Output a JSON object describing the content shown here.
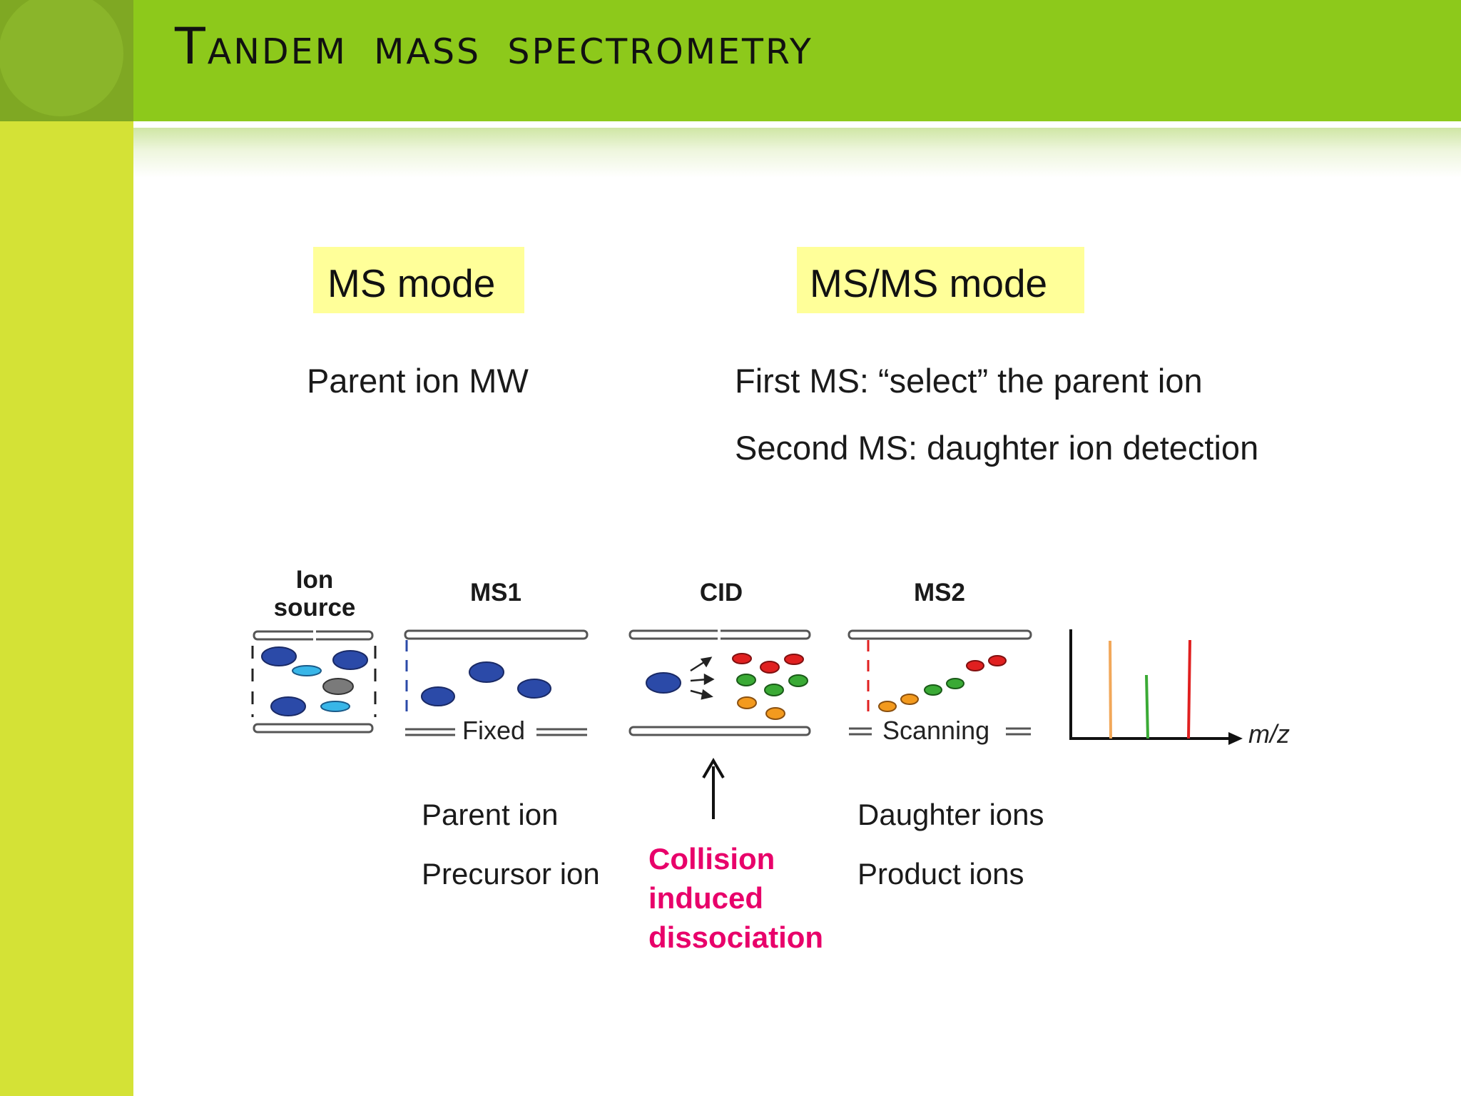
{
  "slide": {
    "title": "Tandem mass spectrometry"
  },
  "ms_mode": {
    "label": "MS mode",
    "description": "Parent ion MW"
  },
  "msms_mode": {
    "label": "MS/MS mode",
    "line1": "First MS: “select” the parent ion",
    "line2": "Second MS: daughter ion detection"
  },
  "diagram": {
    "ion_source_line1": "Ion",
    "ion_source_line2": "source",
    "ms1_label": "MS1",
    "cid_label": "CID",
    "ms2_label": "MS2",
    "fixed_label": "Fixed",
    "scanning_label": "Scanning",
    "axis_label": "m/z"
  },
  "annotations": {
    "parent_ion": "Parent ion",
    "precursor_ion": "Precursor ion",
    "collision_line1": "Collision",
    "collision_line2": "induced",
    "collision_line3": "dissociation",
    "daughter_ions": "Daughter ions",
    "product_ions": "Product ions"
  },
  "colors": {
    "sidebar": "#d4e236",
    "title_bar": "#8dc91b",
    "mode_highlight": "#ffff99",
    "cid_text": "#e8006a",
    "ion_blue": "#2b4aa8",
    "ion_light_blue": "#38b6e8",
    "ion_gray": "#7a7a7a",
    "ion_red": "#e02020",
    "ion_green": "#3aaa35",
    "ion_orange": "#f39a1e"
  }
}
